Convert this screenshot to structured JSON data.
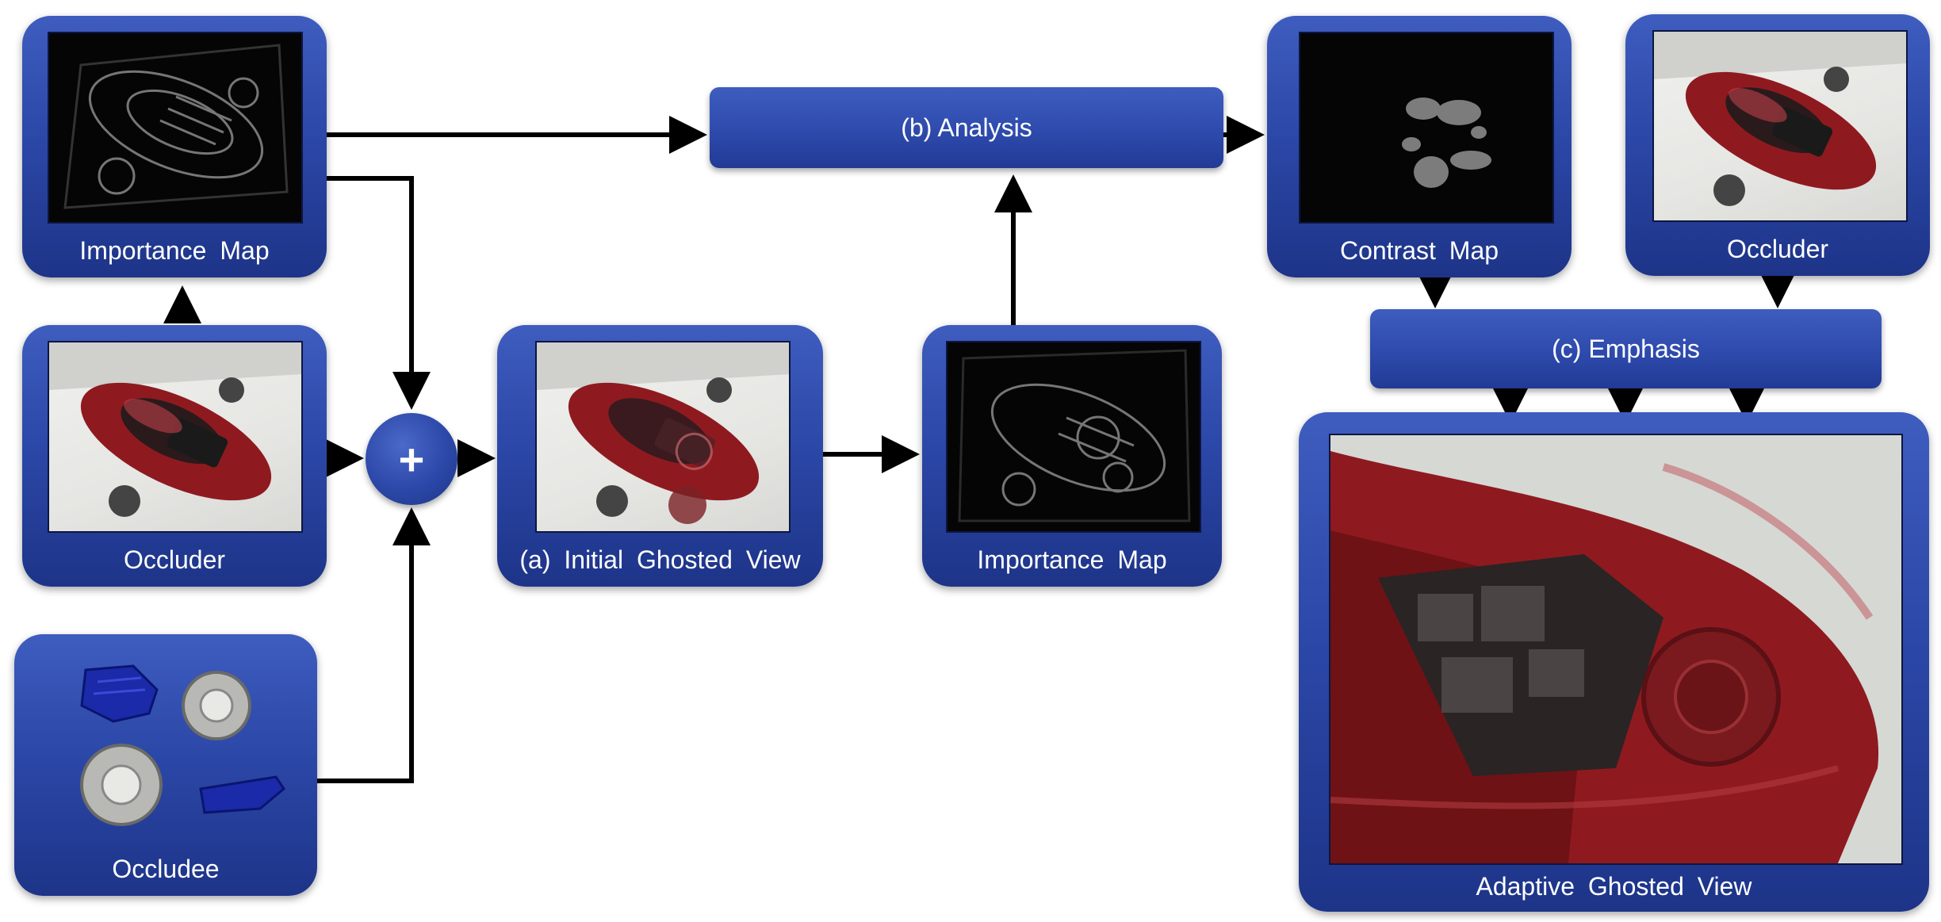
{
  "panels": {
    "importance_map_top": "Importance  Map",
    "occluder_left": "Occluder",
    "occludee": "Occludee",
    "initial_ghosted_view": "(a) Initial  Ghosted  View",
    "importance_map_mid": "Importance  Map",
    "contrast_map": "Contrast  Map",
    "occluder_right": "Occluder",
    "adaptive_ghosted_view": "Adaptive  Ghosted  View"
  },
  "stages": {
    "analysis": "(b) Analysis",
    "emphasis": "(c) Emphasis"
  },
  "operator": "+",
  "colors": {
    "panel_blue": "#2c48a8",
    "car_red": "#8e1a1f",
    "occludee_blue": "#1a2aa8"
  }
}
